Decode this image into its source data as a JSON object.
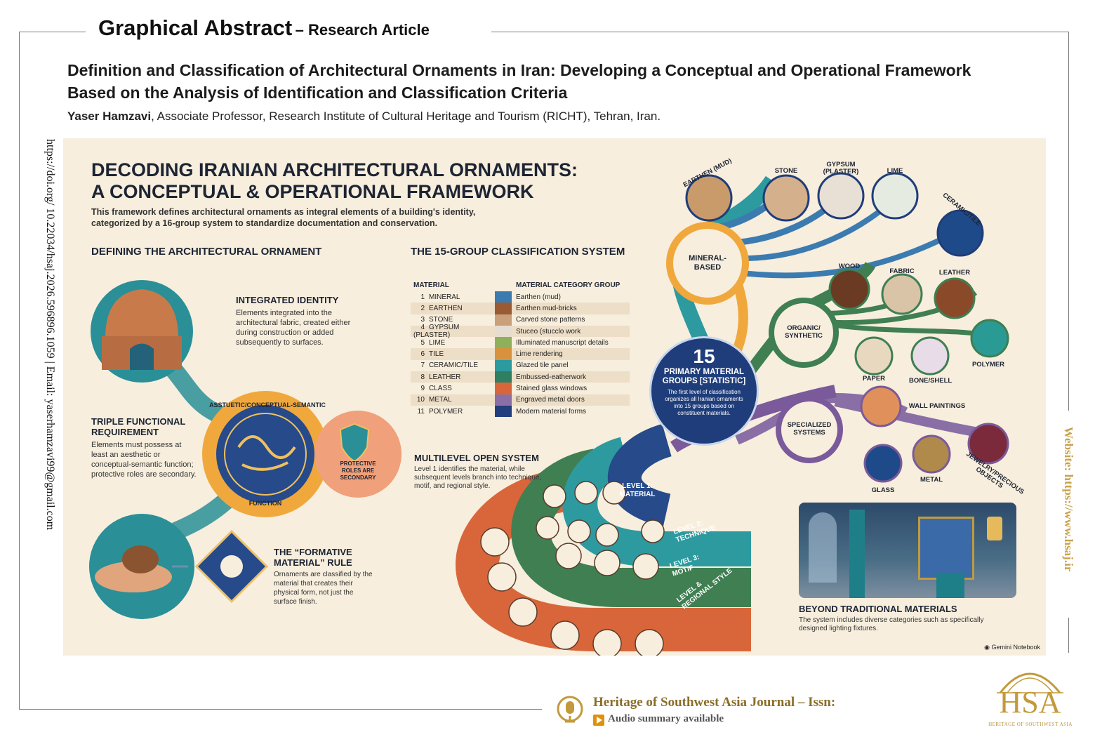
{
  "header": {
    "label": "Graphical Abstract",
    "article_type": "– Research Article"
  },
  "article": {
    "title": "Definition and Classification of Architectural Ornaments in Iran: Developing a Conceptual and Operational Framework Based on the Analysis of Identification and Classification Criteria",
    "author_name": "Yaser Hamzavi",
    "author_affiliation": ", Associate Professor, Research Institute of Cultural Heritage and Tourism (RICHT), Tehran, Iran."
  },
  "side": {
    "doi_email": "https://doi.org/ 10.22034/hsaj.2026.596896.1059  |  Email: yaserhamzavi99@gmail.com",
    "website": "Website: https://www.hsaj.ir"
  },
  "panel": {
    "title_line1": "DECODING IRANIAN ARCHITECTURAL ORNAMENTS:",
    "title_line2": "A CONCEPTUAL & OPERATIONAL FRAMEWORK",
    "intro": "This framework defines architectural ornaments as integral elements of a building's identity, categorized by a 16-group system to standardize documentation and conservation.",
    "defining": {
      "heading": "DEFINING THE ARCHITECTURAL ORNAMENT",
      "integrated_title": "INTEGRATED IDENTITY",
      "integrated_text": "Elements integrated into the architectural fabric, created either during construction or added subsequently to surfaces.",
      "triple_title": "TRIPLE FUNCTIONAL REQUIREMENT",
      "triple_text": "Elements must possess at least an aesthetic or conceptual-semantic function; protective roles are secondary.",
      "ring_top": "ASSTUETIC/CONCEPTUAL-SEMANTIC",
      "ring_bottom": "FUNCTION",
      "protective": "PROTECTIVE ROLES ARE SECONDARY",
      "formative_title": "THE “FORMATIVE MATERIAL” RULE",
      "formative_text": "Ornaments are classified by the material that creates their physical form, not just the surface finish."
    },
    "classification": {
      "heading": "THE 15-GROUP CLASSIFICATION SYSTEM",
      "col_material": "MATERIAL",
      "col_group": "MATERIAL CATEGORY GROUP",
      "rows": [
        {
          "n": "1",
          "material": "MINERAL",
          "color": "#3b7bb0",
          "group": "Earthen (mud)"
        },
        {
          "n": "2",
          "material": "EARTHEN",
          "color": "#9a5a34",
          "group": "Earthen mud-bricks"
        },
        {
          "n": "3",
          "material": "STONE",
          "color": "#c9a07a",
          "group": "Carved stone patterns"
        },
        {
          "n": "4",
          "material": "GYPSUM (PLASTER)",
          "color": "#e6ddd0",
          "group": "Stuceo (stucclo work"
        },
        {
          "n": "5",
          "material": "LIME",
          "color": "#8fb05a",
          "group": "Illuminated manuscript details"
        },
        {
          "n": "6",
          "material": "TILE",
          "color": "#d8913e",
          "group": "Lime rendering"
        },
        {
          "n": "7",
          "material": "CERAMIC/TILE",
          "color": "#2d9aa0",
          "group": "Glazed tile panel"
        },
        {
          "n": "8",
          "material": "LEATHER",
          "color": "#2f7f62",
          "group": "Embussed-eatherwork"
        },
        {
          "n": "9",
          "material": "CLASS",
          "color": "#d9663a",
          "group": "Stained glass windows"
        },
        {
          "n": "10",
          "material": "METAL",
          "color": "#8a6fa6",
          "group": "Engraved metal doors"
        },
        {
          "n": "11",
          "material": "POLYMER",
          "color": "#233e7c",
          "group": "Modern material forms"
        }
      ]
    },
    "multilevel": {
      "title": "MULTILEVEL OPEN SYSTEM",
      "text": "Level 1 identifies the material, while subsequent levels branch into technique, motif, and regional style.",
      "level1": "LEVEL 1: MATERIAL",
      "level2": "LEVEL 2: TECHNIQUE",
      "level3": "LEVEL 3: MOTIF",
      "level4": "LEVEL & REGIONAL STYLE"
    },
    "tree": {
      "center_number": "15",
      "center_label": "PRIMARY MATERIAL GROUPS [STATISTIC]",
      "center_text": "The first level of classification organizes all Iranian ornaments into 15 groups based on constituent materials.",
      "mineral_node": "MINERAL-BASED",
      "organic_node": "ORGANIC/ SYNTHETIC",
      "specialized_node": "SPECIALIZED SYSTEMS",
      "mineral_items": [
        "EARTHEN (MUD)",
        "STONE",
        "GYPSUM (PLASTER)",
        "LIME",
        "CERAMIC/TILE"
      ],
      "organic_items": [
        "WOOD",
        "FABRIC",
        "LEATHER",
        "PAPER",
        "BONE/SHELL",
        "POLYMER"
      ],
      "specialized_items": [
        "WALL PAINTINGS",
        "GLASS",
        "METAL",
        "JEWELRY/PRECIOUS OBJECTS"
      ]
    },
    "beyond": {
      "title": "BEYOND TRADITIONAL MATERIALS",
      "text": "The system includes diverse categories such as specifically designed lighting fixtures."
    },
    "credit": "Gemini Notebook"
  },
  "footer": {
    "journal": "Heritage of Southwest Asia Journal – Issn:",
    "audio": "Audio summary available",
    "logo_text": "HSA",
    "logo_sub": "HERITAGE OF SOUTHWEST ASIA"
  },
  "colors": {
    "panel_bg": "#f7eedd",
    "navy": "#1f3d7a",
    "teal": "#2d9aa0",
    "orange": "#d9663a",
    "green": "#3f7f52",
    "purple": "#7a5a9a",
    "gold": "#c29a3c"
  }
}
